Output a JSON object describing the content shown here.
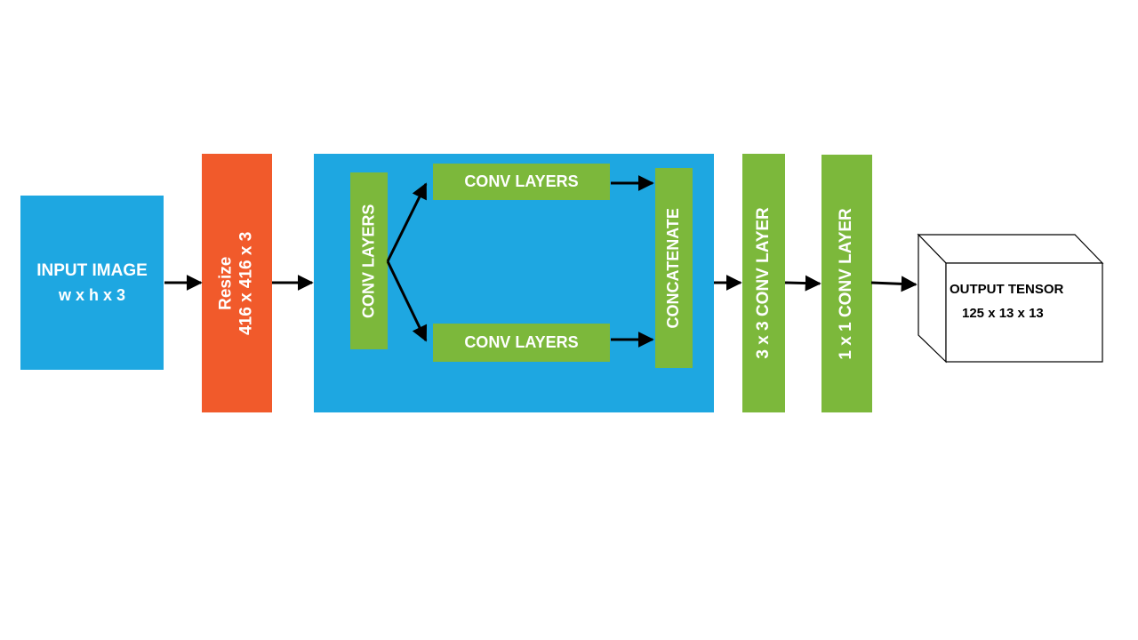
{
  "colors": {
    "blue": "#1EA7E1",
    "orange": "#F15A2B",
    "green": "#7CB83B",
    "arrow": "#000000",
    "tensor_stroke": "#000000"
  },
  "input_image": {
    "title": "INPUT IMAGE",
    "dims": "w x h x 3"
  },
  "resize": {
    "title": "Resize",
    "dims": "416 x 416 x 3"
  },
  "block": {
    "conv_layers_vertical": "CONV LAYERS",
    "conv_layers_top": "CONV LAYERS",
    "conv_layers_bottom": "CONV LAYERS",
    "concatenate": "CONCATENATE"
  },
  "conv3": "3 x 3 CONV LAYER",
  "conv1": "1 x 1 CONV LAYER",
  "output": {
    "title": "OUTPUT TENSOR",
    "dims": "125 x 13 x 13"
  }
}
